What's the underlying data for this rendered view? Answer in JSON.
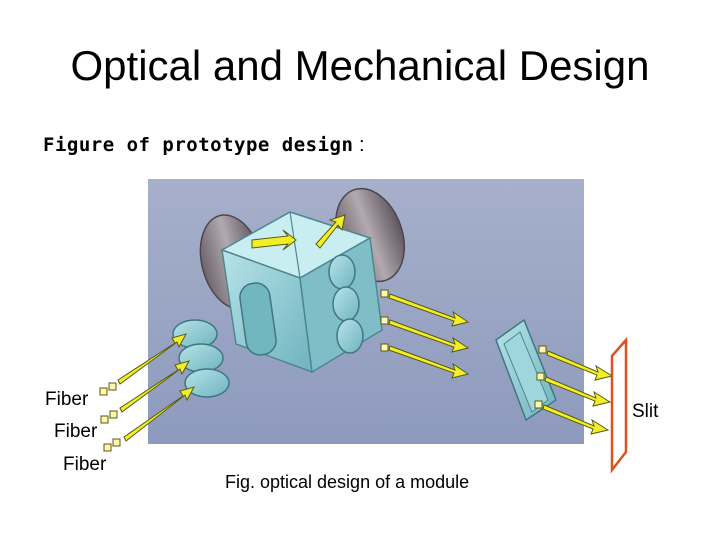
{
  "slide": {
    "title": "Optical and Mechanical Design",
    "subtitle_bold": "Figure of prototype design",
    "subtitle_rest": " :",
    "labels": {
      "fiber_1": "Fiber",
      "fiber_2": "Fiber",
      "fiber_3": "Fiber",
      "slit": "Slit"
    },
    "caption": "Fig. optical design of a module"
  },
  "colors": {
    "render_background": "#9aa6c4",
    "optics": "#8ccbd3",
    "arrow": "#f2ef2a",
    "mount": "#8a7f86",
    "slit_frame": "#d9541f"
  },
  "icons": [
    "arrow-icon",
    "lens-stack-icon",
    "prism-icon",
    "slit-frame-icon"
  ]
}
